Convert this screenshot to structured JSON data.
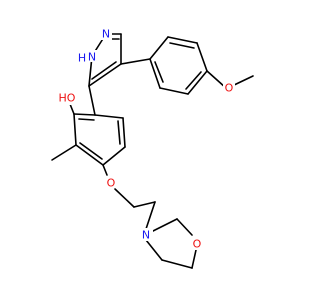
{
  "colors": {
    "background": "#ffffff",
    "bond": "#000000",
    "N": "#1a1af0",
    "O": "#ee1111",
    "C": "#000000"
  },
  "labels": {
    "pyrazole_N": "N",
    "pyrazole_NH": "N",
    "pyrazole_H": "H",
    "hydroxyl": "HO",
    "methoxy_O": "O",
    "ether_O": "O",
    "morpholine_N": "N",
    "morpholine_O": "O"
  }
}
